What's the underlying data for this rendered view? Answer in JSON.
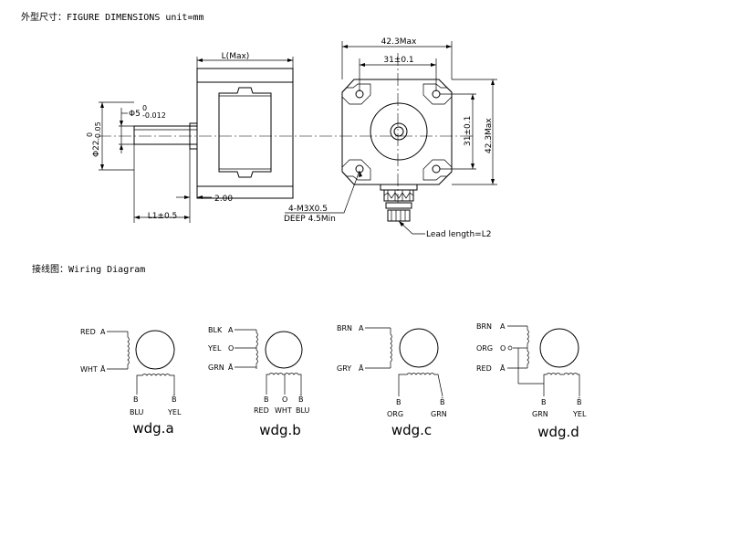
{
  "headers": {
    "dimensions": "外型尺寸：FIGURE DIMENSIONS unit=mm",
    "wiring": "接线图：Wiring Diagram"
  },
  "dims": {
    "length": "L(Max)",
    "width_overall": "42.3Max",
    "hole_spacing_h": "31±0.1",
    "hole_spacing_v": "31±0.1",
    "height_overall": "42.3Max",
    "shaft_dia": "Φ5",
    "shaft_dia_tol_top": "0",
    "shaft_dia_tol_bot": "-0.012",
    "boss_dia": "Φ22",
    "boss_dia_tol_top": "0",
    "boss_dia_tol_bot": "-0.05",
    "boss_height": "2.00",
    "shaft_length": "L1±0.5",
    "mount_hole_1": "4-M3X0.5",
    "mount_hole_2": "DEEP 4.5Min",
    "lead_length": "Lead length=L2"
  },
  "wiring": {
    "a": {
      "caption": "wdg.a",
      "left": [
        {
          "c": "RED",
          "s": "A"
        },
        {
          "c": "WHT",
          "s": "Ā"
        }
      ],
      "bottom": [
        {
          "c": "BLU",
          "s": "B"
        },
        {
          "c": "YEL",
          "s": "B̄"
        }
      ]
    },
    "b": {
      "caption": "wdg.b",
      "left": [
        {
          "c": "BLK",
          "s": "A"
        },
        {
          "c": "YEL",
          "s": "O"
        },
        {
          "c": "GRN",
          "s": "Ā"
        }
      ],
      "bottom": [
        {
          "c": "RED",
          "s": "B"
        },
        {
          "c": "WHT",
          "s": "O"
        },
        {
          "c": "BLU",
          "s": "B̄"
        }
      ]
    },
    "c": {
      "caption": "wdg.c",
      "left": [
        {
          "c": "BRN",
          "s": "A"
        },
        {
          "c": "GRY",
          "s": "Ā"
        }
      ],
      "bottom": [
        {
          "c": "ORG",
          "s": "B"
        },
        {
          "c": "GRN",
          "s": "B̄"
        }
      ]
    },
    "d": {
      "caption": "wdg.d",
      "left": [
        {
          "c": "BRN",
          "s": "A"
        },
        {
          "c": "ORG",
          "s": "O"
        },
        {
          "c": "RED",
          "s": "Ā"
        }
      ],
      "bottom": [
        {
          "c": "GRN",
          "s": "B"
        },
        {
          "c": "YEL",
          "s": "B̄"
        }
      ]
    }
  }
}
